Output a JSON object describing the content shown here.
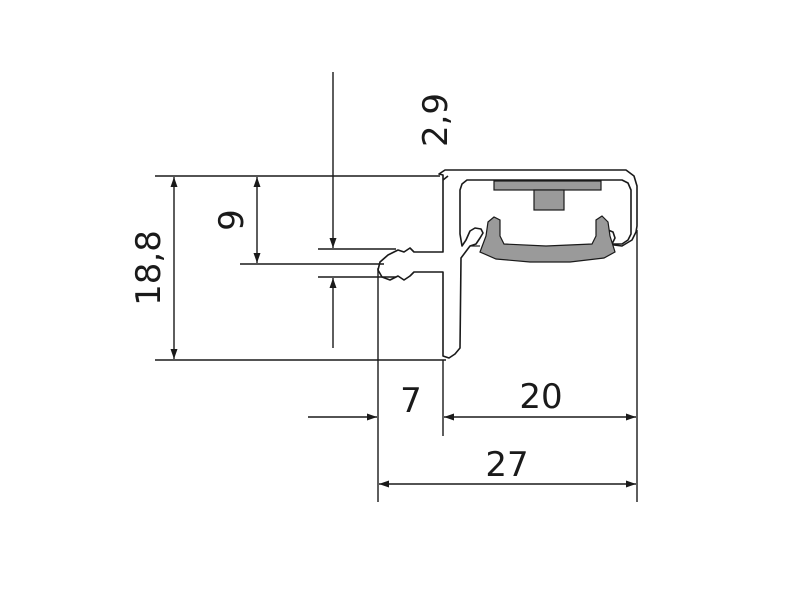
{
  "drawing": {
    "dimensions": {
      "gap_top": "2,9",
      "height_inner": "9",
      "height_total": "18,8",
      "width_left": "7",
      "width_right": "20",
      "width_total": "27"
    },
    "colors": {
      "line": "#1a1a1a",
      "insert_fill": "#9a9a9a",
      "background": "#ffffff"
    }
  }
}
